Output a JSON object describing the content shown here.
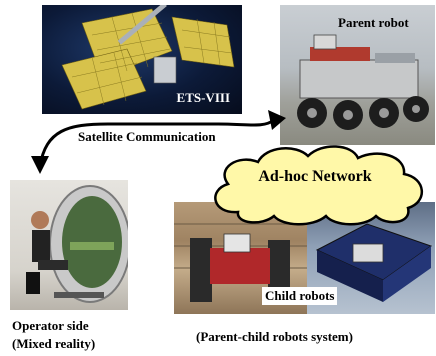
{
  "satellite": {
    "name_label": "ETS-VIII"
  },
  "parent_robot": {
    "label": "Parent robot"
  },
  "link": {
    "label": "Satellite Communication"
  },
  "network": {
    "label": "Ad-hoc Network"
  },
  "operator": {
    "label_line1": "Operator side",
    "label_line2": "(Mixed reality)"
  },
  "child_robots": {
    "label": "Child robots"
  },
  "system": {
    "label": "(Parent-child robots system)"
  },
  "colors": {
    "cloud_fill": "#fff8a8",
    "panel_gold": "#d8c24a",
    "night_sky": "#0c1a38"
  }
}
